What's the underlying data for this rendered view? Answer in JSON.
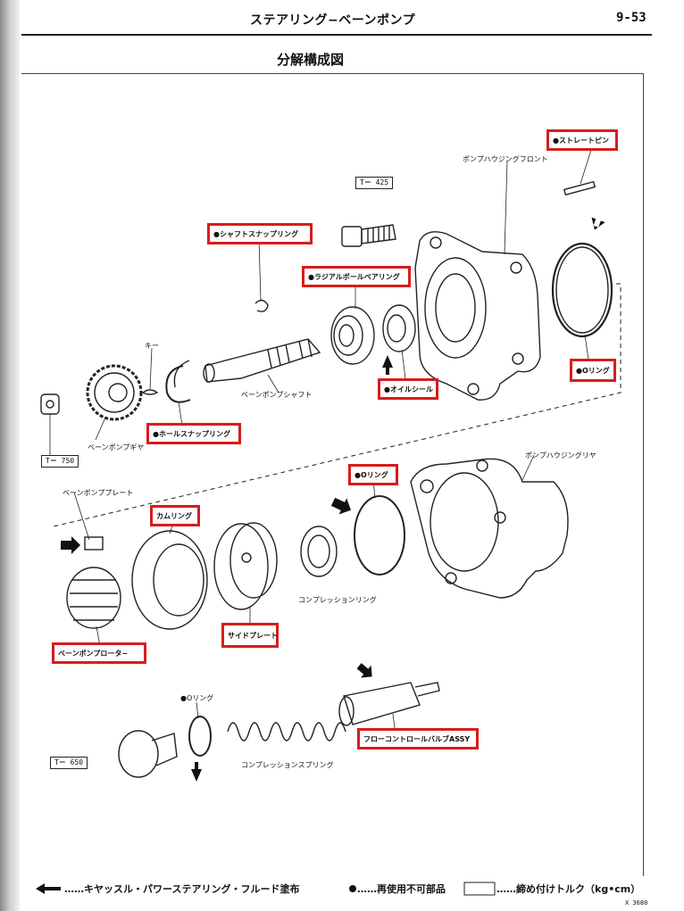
{
  "header": {
    "title": "ステアリング−ベーンポンプ",
    "page": "9-53"
  },
  "section_title": "分解構成図",
  "torque_values": {
    "bolt": "T＝ 425",
    "gear": "T＝ 750",
    "plug": "T＝ 650"
  },
  "labels": {
    "straight_pin": "●ストレートピン",
    "pump_housing_front": "ポンプハウジングフロント",
    "shaft_snap_ring": "●シャフトスナップリング",
    "radial_ball_bearing": "●ラジアルボールベアリング",
    "key": "キー",
    "vane_pump_shaft": "ベーンポンプシャフト",
    "oil_seal": "●オイルシール",
    "o_ring_1": "●Oリング",
    "hole_snap_ring": "●ホールスナップリング",
    "vane_pump_gear": "ベーンポンプギヤ",
    "pump_housing_rear": "ポンプハウジングリヤ",
    "vane_pump_plate": "ベーンポンププレート",
    "cam_ring": "カムリング",
    "o_ring_2": "●Oリング",
    "compression_ring": "コンプレッションリング",
    "side_plate": "サイドプレート",
    "vane_pump_rotor": "ベーンポンプロータ−",
    "o_ring_3": "●Oリング",
    "flow_control_valve": "フローコントロールバルブASSY",
    "compression_spring": "コンプレッションスプリング"
  },
  "legend": {
    "arrow_text": "……キヤッスル・パワーステアリング・フルード塗布",
    "dot_text": "……再使用不可部品",
    "box_text": "……締め付けトルク（kg•cm）"
  },
  "figure_code": "X 3680"
}
